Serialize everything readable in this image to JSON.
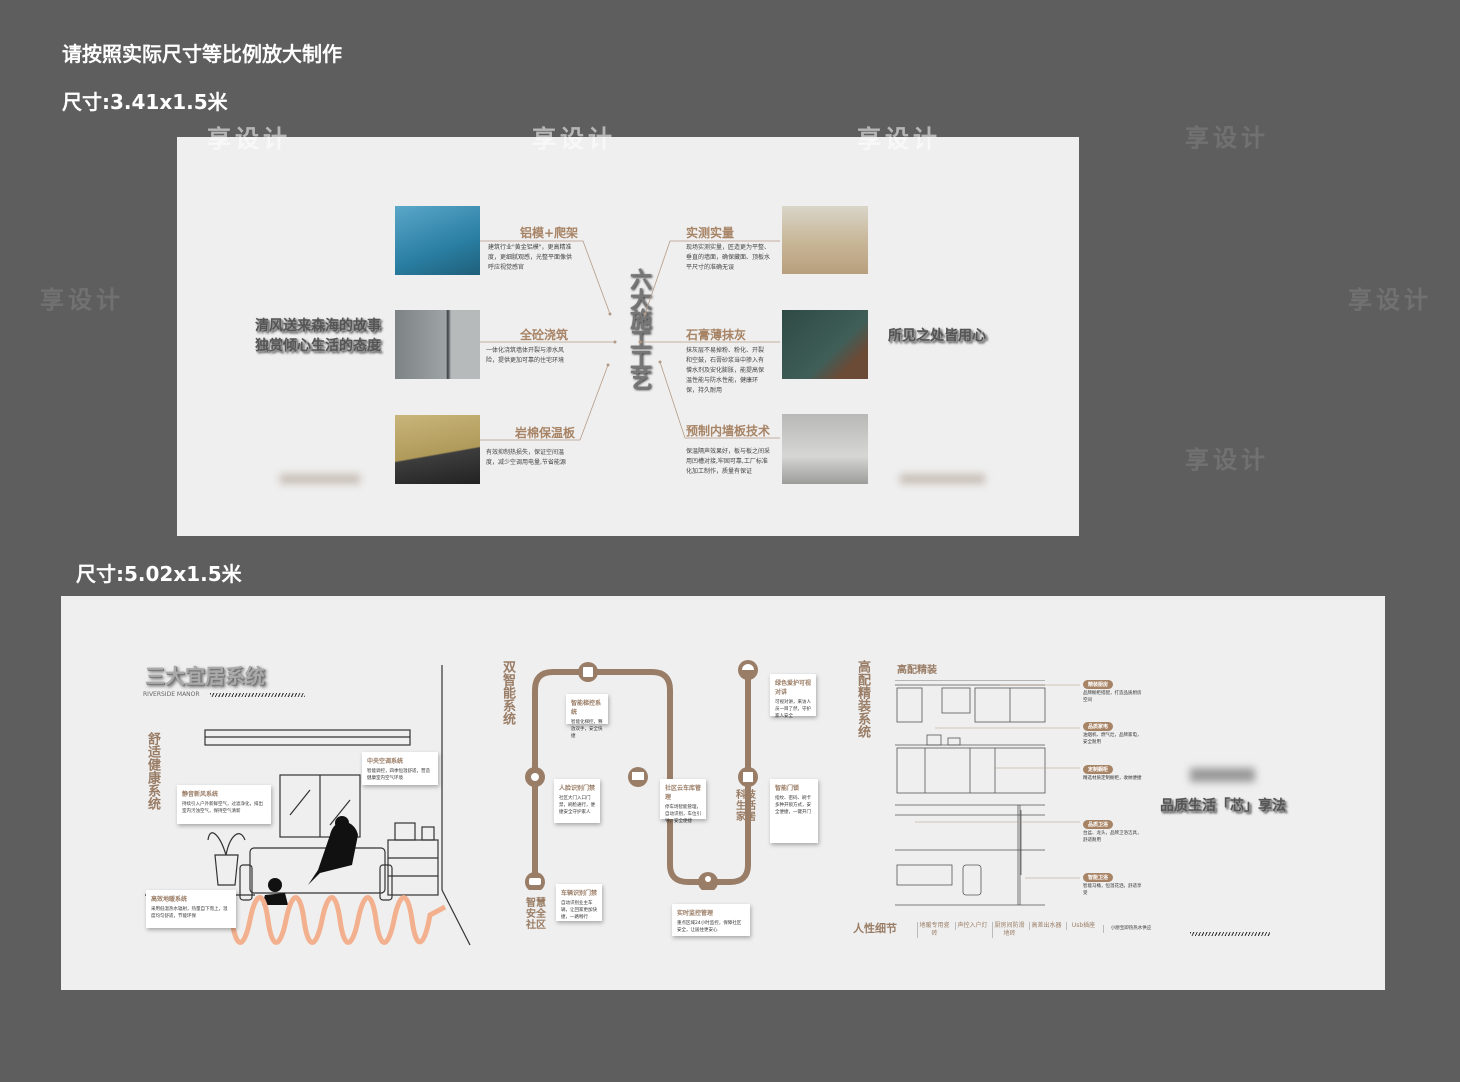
{
  "header": {
    "instruction": "请按照实际尺寸等比例放大制作",
    "size1": "尺寸:3.41x1.5米",
    "size2": "尺寸:5.02x1.5米"
  },
  "watermark": "享设计",
  "panel1": {
    "center_title": "六大施工工艺",
    "left_slogan": [
      "清风送来森海的故事",
      "独赏倾心生活的态度"
    ],
    "right_slogan": "所见之处皆用心",
    "items": [
      {
        "title": "铝模+爬架",
        "desc": "建筑行业\"黄金铝模\"，更高精准度，更细腻观感，光整平面像供呼应视觉感官"
      },
      {
        "title": "全砼浇筑",
        "desc": "一体化浇筑墙体开裂与渗水风险，提供更加可靠的住宅环境"
      },
      {
        "title": "岩棉保温板",
        "desc": "有效抑制热损失，保证空间温度，减少空调用电量,节省能源"
      },
      {
        "title": "实测实量",
        "desc": "现场实测实量，匠造更为平整、垂直的墙面，确保藏面、顶板水平尺寸的准确无误"
      },
      {
        "title": "石膏薄抹灰",
        "desc": "抹灰层不易掉粉、粉化、开裂和空鼓，石膏砂浆当中掺入有憎水剂及安化膨胀，能提高保温性能与防水性能，健康环保，持久耐用"
      },
      {
        "title": "预制内墙板技术",
        "desc": "保温隔声效果好，板与板之间采用凹槽对接,牢固可靠,工厂标准化加工制作，质量有保证"
      }
    ]
  },
  "panel2": {
    "title": "三大宜居系统",
    "subtitle": "RIVERSIDE MANOR",
    "comfort": {
      "label": "舒适健康系统",
      "cards": [
        {
          "title": "中央空调系统",
          "desc": "智能调控，四季恒温舒适，营造健康室内空气环境"
        },
        {
          "title": "静音新风系统",
          "desc": "持续引入户外新鲜空气，过滤净化，排出室内污浊空气，保持空气清新"
        },
        {
          "title": "高效地暖系统",
          "desc": "采用低温热水辐射，热量自下而上，温度均匀舒适，节能环保"
        }
      ]
    },
    "smart": {
      "label": "双智能系统",
      "community": "智慧安全社区",
      "home": "科技生活家居",
      "cards": [
        {
          "title": "智能梯控系统",
          "desc": "智能化梯控，释放双手，安全快捷"
        },
        {
          "title": "人脸识别门禁",
          "desc": "社区大门入口门禁，刷脸通行，便捷安全守护家人"
        },
        {
          "title": "社区云车库管理",
          "desc": "停车场智能管理，自动识别，车位引导，安全便捷"
        },
        {
          "title": "车辆识别门禁",
          "desc": "自动识别业主车辆，让回家更加快捷，一路畅行"
        },
        {
          "title": "实时监控管理",
          "desc": "重点区域24小时监控，保障社区安全，让居住更安心"
        },
        {
          "title": "绿色爱护可视对讲",
          "desc": "可视对讲，来访人员一目了然，守护家人安全"
        },
        {
          "title": "智能门锁",
          "desc": "指纹、密码、刷卡多种开锁方式，安全便捷，一键开门"
        }
      ]
    },
    "decor": {
      "label": "高配精装系统",
      "title": "高配精装",
      "tags": [
        {
          "title": "精装厨房",
          "desc": "品牌橱柜搭配，打造品质厨房空间"
        },
        {
          "title": "品质家电",
          "desc": "油烟机、燃气灶，品牌家电，安全耐用"
        },
        {
          "title": "定制橱柜",
          "desc": "精选材质定制橱柜，收纳便捷"
        },
        {
          "title": "品质卫浴",
          "desc": "台盆、龙头，品牌卫浴洁具，舒适耐用"
        },
        {
          "title": "智能卫浴",
          "desc": "智能马桶，恒温花洒，舒适享受"
        }
      ],
      "details_label": "人性细节",
      "details": [
        "地暖专用瓷砖",
        "声控入户灯",
        "厨房间防滑地砖",
        "高差出水器",
        "Usb插座",
        "小厨宝即热热水供应"
      ]
    },
    "right_slogan": "品质生活「芯」享法"
  },
  "colors": {
    "bg": "#5e5e5e",
    "panel": "#efefef",
    "accent": "#9a7d66",
    "heating": "#f2b08e"
  }
}
